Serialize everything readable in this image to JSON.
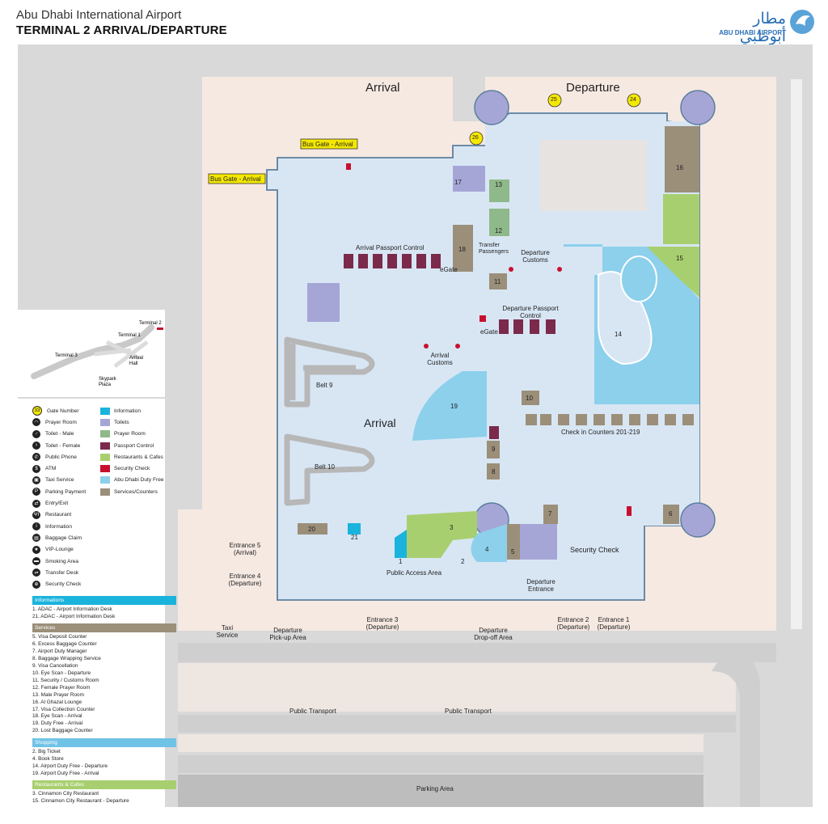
{
  "header": {
    "title": "Abu Dhabi International Airport",
    "subtitle": "TERMINAL 2 ARRIVAL/DEPARTURE"
  },
  "logo": {
    "arabic": "مطار أبوظبي",
    "english": "ABU DHABI AIRPORT"
  },
  "colors": {
    "terminal": "#d8e6f4",
    "duty_free": "#8cd0ec",
    "services": "#9b8f7a",
    "restaurants": "#a8cf6f",
    "passport": "#7b2a4c",
    "security": "#c8102e",
    "toilets": "#a6a6d6",
    "prayer": "#8fb98a",
    "information": "#1ab3dc",
    "road": "#d0d0d0",
    "apron": "#f6e9e2",
    "outside": "#d9d9d9"
  },
  "zones": {
    "arrival_top": "Arrival",
    "departure_top": "Departure",
    "arrival_center": "Arrival",
    "bus_gate_1": "Bus Gate - Arrival",
    "bus_gate_2": "Bus Gate - Arrival",
    "arrival_passport": "Arrival Passport Control",
    "egate_1": "eGate",
    "egate_2": "eGate",
    "transfer": "Transfer Passengers",
    "departure_customs": "Departure Customs",
    "departure_passport": "Departure Passport Control",
    "arrival_customs": "Arrival Customs",
    "checkin": "Check in Counters 201-219",
    "belt9": "Belt 9",
    "belt10": "Belt 10",
    "security_check": "Security Check",
    "public_access": "Public Access Area",
    "departure_entrance": "Departure Entrance",
    "entrance5": "Entrance 5 (Arrival)",
    "entrance4": "Entrance 4 (Departure)",
    "entrance3": "Entrance 3 (Departure)",
    "entrance2": "Entrance 2 (Departure)",
    "entrance1": "Entrance 1 (Departure)",
    "taxi": "Taxi Service",
    "departure_pickup": "Departure Pick-up Area",
    "departure_dropoff": "Departure Drop-off Area",
    "public_transport_1": "Public Transport",
    "public_transport_2": "Public Transport",
    "parking": "Parking Area"
  },
  "gates": [
    "25",
    "24",
    "26"
  ],
  "area_numbers": [
    "16",
    "15",
    "14",
    "17",
    "13",
    "12",
    "18",
    "11",
    "10",
    "19",
    "9",
    "8",
    "7",
    "6",
    "5",
    "4",
    "3",
    "2",
    "1",
    "20",
    "21"
  ],
  "inset_map": {
    "terminal2": "Terminal 2",
    "terminal1": "Terminal 1",
    "terminal3": "Terminal 3",
    "arrival_hall": "Arrival Hall",
    "skypark": "Skypark Plaza"
  },
  "legend": {
    "symbols": [
      "Gate Number",
      "Prayer Room",
      "Toilet - Male",
      "Toilet - Female",
      "Public Phone",
      "ATM",
      "Taxi Service",
      "Parking Payment",
      "Entry/Exit",
      "Restaurant",
      "Information",
      "Baggage Claim",
      "VIP-Lounge",
      "Smoking Area",
      "Transfer Desk",
      "Security Check"
    ],
    "colors": [
      "Information",
      "Toilets",
      "Prayer Room",
      "Passport Control",
      "Restaurants & Cafes",
      "Security Check",
      "Abu Dhabi Duty Free",
      "Services/Counters"
    ]
  },
  "sections": [
    {
      "title": "Informations",
      "items": [
        "1. ADAC - Airport Information Desk",
        "21. ADAC - Airport Information Desk"
      ]
    },
    {
      "title": "Services",
      "items": [
        "5. Visa Deposit Counter",
        "6. Excess Baggage Counter",
        "7. Airport Duty Manager",
        "8. Baggage Wrapping Service",
        "9. Visa Cancellation",
        "10. Eye Scan - Departure",
        "11. Security / Customs Room",
        "12. Female Prayer Room",
        "13. Male Prayer Room",
        "16. Al Ghazal Lounge",
        "17. Visa Collection Counter",
        "18. Eye Scan - Arrival",
        "19. Duty Free - Arrival",
        "20. Lost Baggage Counter"
      ]
    },
    {
      "title": "Shopping",
      "items": [
        "2. Big Ticket",
        "4. Book Store",
        "14. Airport Duty Free - Departure",
        "19. Airport Duty Free - Arrival"
      ]
    },
    {
      "title": "Restaurants & Cafes",
      "items": [
        "3. Cinnamon City Restaurant",
        "15. Cinnamon City Restaurant - Departure"
      ]
    }
  ]
}
